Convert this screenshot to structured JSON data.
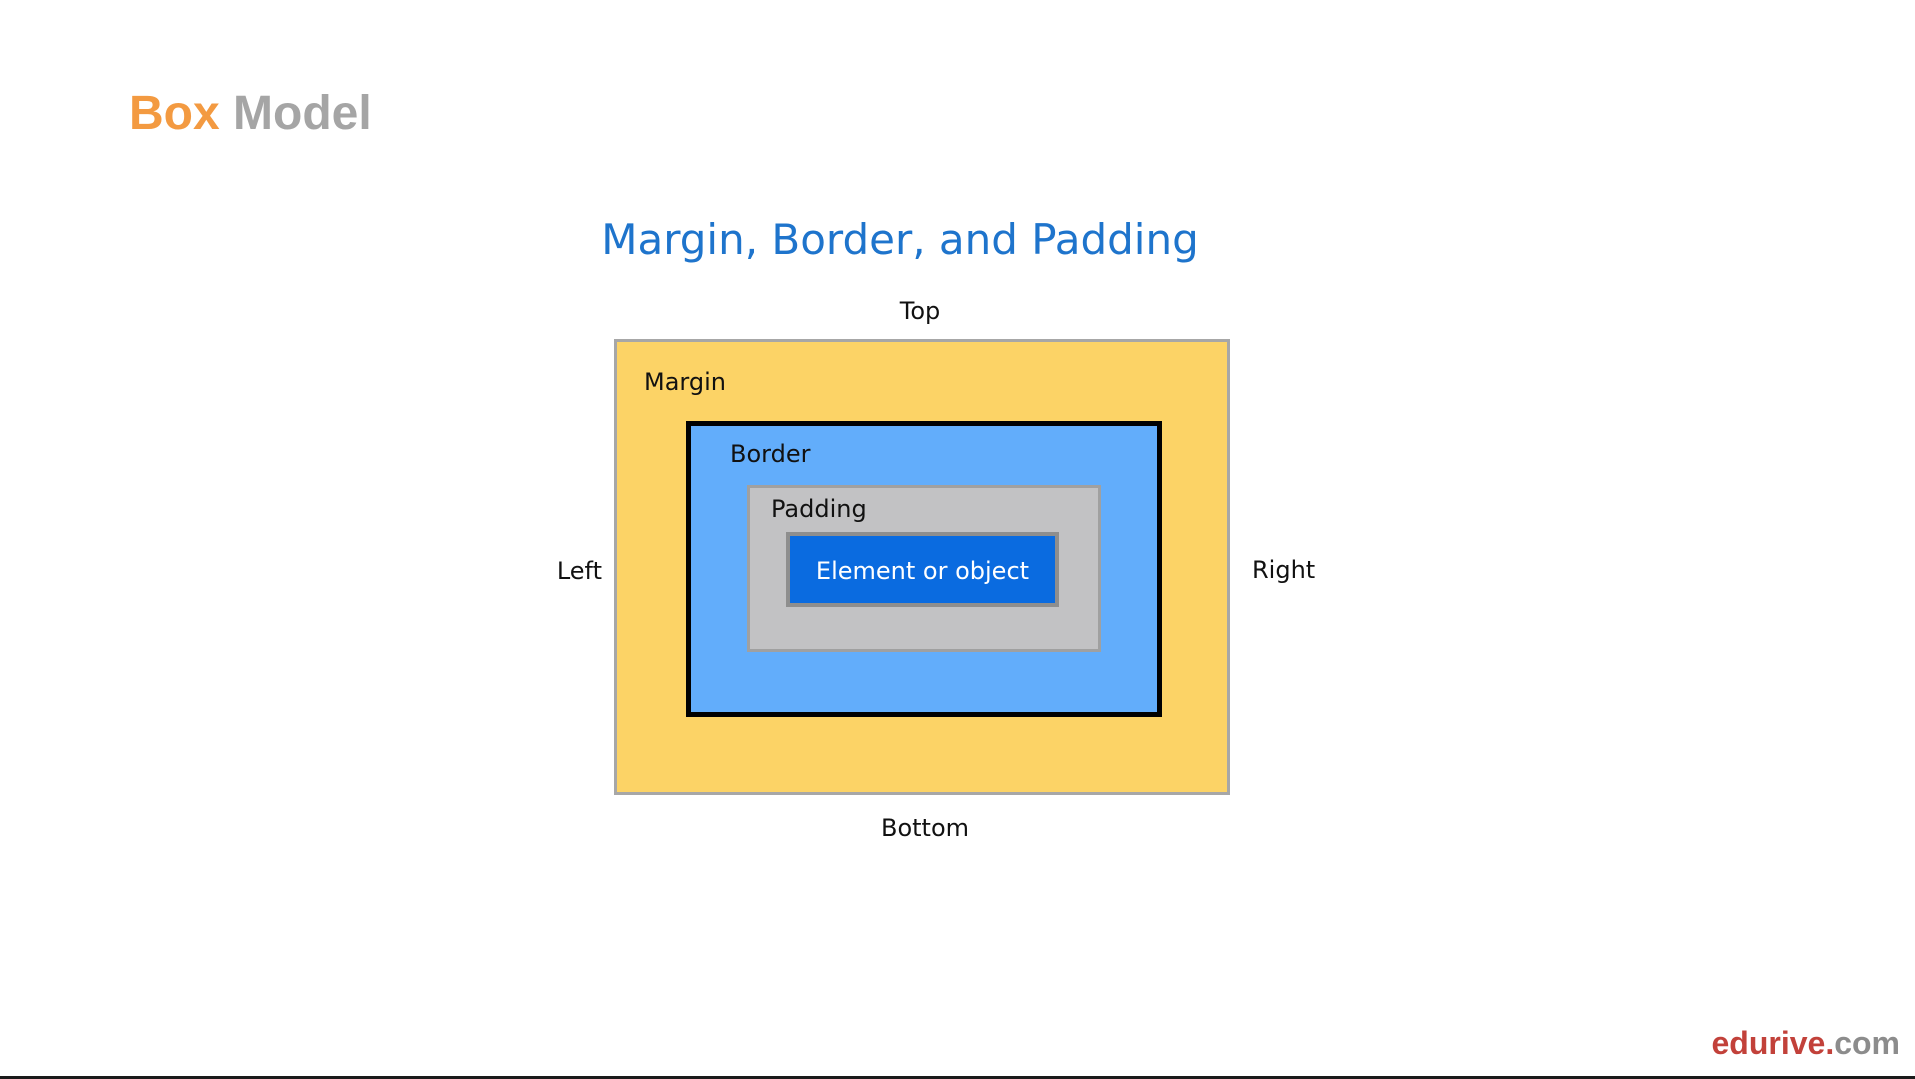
{
  "slide": {
    "title_part_1": "Box",
    "title_part_2": "Model",
    "colors": {
      "title_part_1": "#F39A41",
      "title_part_2": "#A5A5A5"
    }
  },
  "diagram": {
    "title": "Margin, Border, and Padding",
    "sides": {
      "top": "Top",
      "bottom": "Bottom",
      "left": "Left",
      "right": "Right"
    },
    "layers": {
      "margin": "Margin",
      "border": "Border",
      "padding": "Padding",
      "element": "Element or object"
    },
    "colors": {
      "title": "#1E74CC",
      "margin": "#FCD366",
      "border": "#62ADFB",
      "border_line": "#000000",
      "padding": "#C2C2C4",
      "element": "#0A6BE0"
    }
  },
  "branding": {
    "part_1": "edurive.",
    "part_2": "com",
    "colors": {
      "part_1": "#C2413A",
      "part_2": "#8C8C8C"
    }
  }
}
